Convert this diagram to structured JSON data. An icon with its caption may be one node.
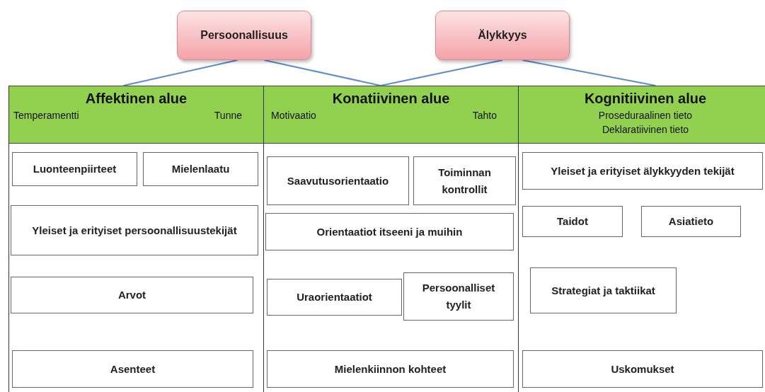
{
  "diagram": {
    "nodes": [
      {
        "text": [
          "Persoonallisuus"
        ]
      },
      {
        "text": [
          "Älykkyys"
        ]
      },
      {
        "text": [
          "Affektinen alue",
          "Temperamentti",
          "Tunne"
        ]
      },
      {
        "text": [
          "Luonteenpiirteet"
        ],
        "in": 2
      },
      {
        "text": [
          "Mielenlaatu"
        ],
        "in": 2
      },
      {
        "text": [
          "Yleiset ja erityiset persoonallisuustekijät"
        ],
        "in": 2
      },
      {
        "text": [
          "Arvot"
        ],
        "in": 2
      },
      {
        "text": [
          "Asenteet"
        ],
        "in": 2
      },
      {
        "text": [
          "Konatiivinen alue",
          "Motivaatio",
          "Tahto"
        ]
      },
      {
        "text": [
          "Saavutusorientaatio"
        ],
        "in": 8
      },
      {
        "text": [
          "Toiminnan kontrollit"
        ],
        "in": 8
      },
      {
        "text": [
          "Orientaatiot itseeni ja muihin"
        ],
        "in": 8
      },
      {
        "text": [
          "Uraorientaatiot"
        ],
        "in": 8
      },
      {
        "text": [
          "Persoonalliset tyylit"
        ],
        "in": 8
      },
      {
        "text": [
          "Mielenkiinnon kohteet"
        ],
        "in": 8
      },
      {
        "text": [
          "Kognitiivinen alue",
          "Proseduraalinen tieto",
          "Deklaratiivinen tieto"
        ]
      },
      {
        "text": [
          "Yleiset ja erityiset älykkyyden tekijät"
        ],
        "in": 15
      },
      {
        "text": [
          "Taidot"
        ],
        "in": 15
      },
      {
        "text": [
          "Asiatieto"
        ],
        "in": 15
      },
      {
        "text": [
          "Strategiat ja taktiikat"
        ],
        "in": 15
      },
      {
        "text": [
          "Uskomukset"
        ],
        "in": 15
      }
    ],
    "edges": [
      {
        "from": 0,
        "to": 2,
        "arrow": "none"
      },
      {
        "from": 0,
        "to": 8,
        "arrow": "none"
      },
      {
        "from": 1,
        "to": 8,
        "arrow": "none"
      },
      {
        "from": 1,
        "to": 15,
        "arrow": "none"
      }
    ]
  }
}
